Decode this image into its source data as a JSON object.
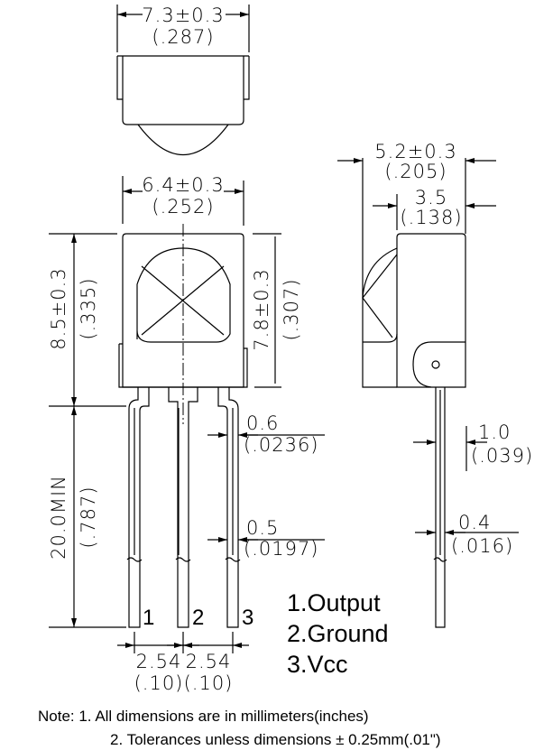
{
  "top_view": {
    "width_mm": "7.3±0.3",
    "width_in": "(.287)"
  },
  "front_view": {
    "width_mm": "6.4±0.3",
    "width_in": "(.252)",
    "height_mm": "8.5±0.3",
    "height_in": "(.335)",
    "body_height_mm": "7.8±0.3",
    "body_height_in": "(.307)",
    "lead_length_mm": "20.0MIN",
    "lead_length_in": "(.787)",
    "lead_width_mm": "0.6",
    "lead_width_in": "(.0236)",
    "lead_tip_mm": "0.5",
    "lead_tip_in": "(.0197)",
    "pitch1_mm": "2.54",
    "pitch1_in": "(.10)",
    "pitch2_mm": "2.54",
    "pitch2_in": "(.10)",
    "pin_numbers": [
      "1",
      "2",
      "3"
    ]
  },
  "side_view": {
    "depth_mm": "5.2±0.3",
    "depth_in": "(.205)",
    "body_depth_mm": "3.5",
    "body_depth_in": "(.138)",
    "lead_thick_mm": "1.0",
    "lead_thick_in": "(.039)",
    "lead_tip_mm": "0.4",
    "lead_tip_in": "(.016)"
  },
  "pins": [
    "1.Output",
    "2.Ground",
    "3.Vcc"
  ],
  "notes": [
    "Note: 1. All dimensions are in millimeters(inches)",
    "2. Tolerances unless dimensions ± 0.25mm(.01\")"
  ]
}
